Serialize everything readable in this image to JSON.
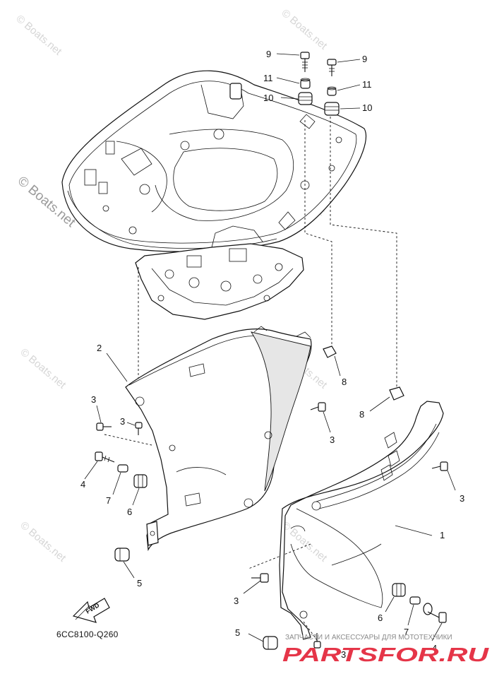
{
  "watermark": "© Boats.net",
  "diagram_code": "6CC8100-Q260",
  "fwd_label": "FWD",
  "callouts": {
    "c9a": "9",
    "c9b": "9",
    "c11a": "11",
    "c11b": "11",
    "c10a": "10",
    "c10b": "10",
    "c2": "2",
    "c8a": "8",
    "c8b": "8",
    "c3a": "3",
    "c3b": "3",
    "c3c": "3",
    "c3d": "3",
    "c3e": "3",
    "c3f": "3",
    "c4a": "4",
    "c4b": "4",
    "c7a": "7",
    "c7b": "7",
    "c6a": "6",
    "c6b": "6",
    "c5a": "5",
    "c5b": "5",
    "c1": "1"
  },
  "shop": {
    "tagline": "ЗАПЧАСТИ И АКСЕССУАРЫ ДЛЯ МОТОТЕХНИКИ",
    "logo": "PARTSFOR.RU"
  }
}
